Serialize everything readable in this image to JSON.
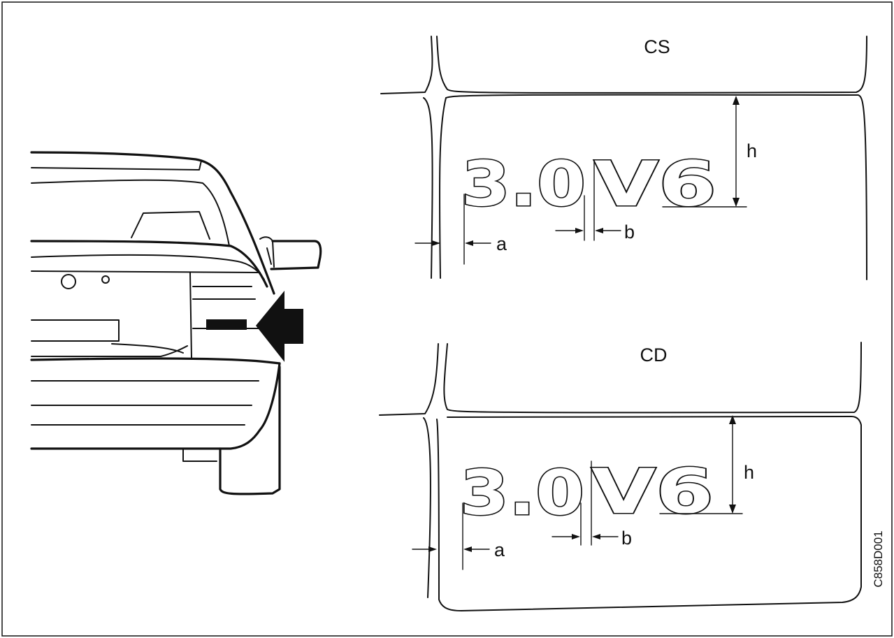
{
  "figure_code": "C858D001",
  "panels": [
    {
      "variant": "CS",
      "badge_numeral": "3.0",
      "badge_engine": "V6",
      "dim_h": "h",
      "dim_a": "a",
      "dim_b": "b"
    },
    {
      "variant": "CD",
      "badge_numeral": "3.0",
      "badge_engine": "V6",
      "dim_h": "h",
      "dim_a": "a",
      "dim_b": "b"
    }
  ]
}
